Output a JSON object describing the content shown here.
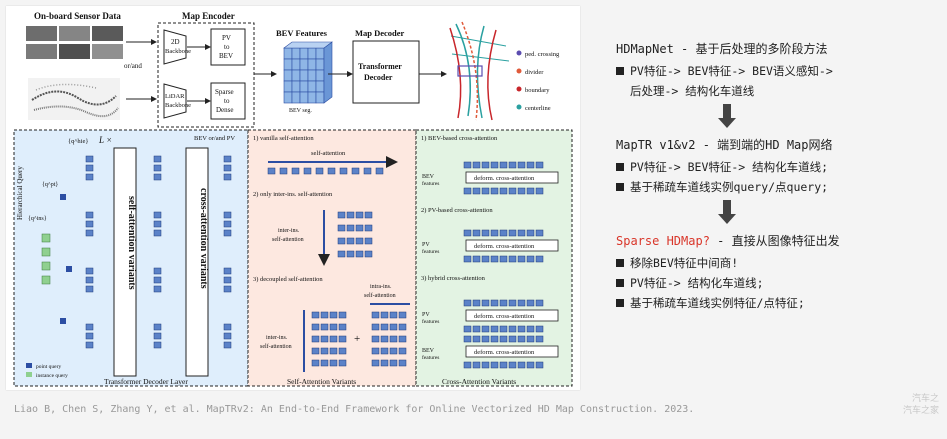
{
  "figure": {
    "sensor_title": "On-board Sensor Data",
    "or_and": "or/and",
    "map_encoder_title": "Map Encoder",
    "backbone_2d": [
      "2D",
      "Backbone"
    ],
    "pv_to_bev": [
      "PV",
      "to",
      "BEV"
    ],
    "lidar_backbone": [
      "LiDAR",
      "Backbone"
    ],
    "sparse_to_dense": [
      "Sparse",
      "to",
      "Dense"
    ],
    "bev_features_title": "BEV Features",
    "bev_seg": "BEV seg.",
    "map_decoder_title": "Map Decoder",
    "transformer_decoder": [
      "Transformer",
      "Decoder"
    ],
    "legend": [
      {
        "label": "ped. crossing",
        "color": "#5b4db0"
      },
      {
        "label": "divider",
        "color": "#e05a3a"
      },
      {
        "label": "boundary",
        "color": "#c8262b"
      },
      {
        "label": "centerline",
        "color": "#2aa0a0"
      }
    ],
    "hierarchical_query": "Hierarchical Query",
    "q_hie": "{q^hie}",
    "q_pt": "{q^pt}",
    "q_ins": "{q^ins}",
    "l_times": "L ×",
    "self_attention_variants": "self-attention variants",
    "cross_attention_variants": "cross-attention variants",
    "bev_or_and_pv": "BEV or/and PV",
    "point_query": "point query",
    "instance_query": "instance query",
    "transformer_decoder_layer": "Transformer Decoder Layer",
    "sa_panel": {
      "s1": "1) vanilla self-attention",
      "s1_label": "self-attention",
      "s2": "2) only inter-ins. self-attention",
      "s2_label": [
        "inter-ins.",
        "self-attention"
      ],
      "s3": "3) decoupled self-attention",
      "s3_intra": [
        "intra-ins.",
        "self-attention"
      ],
      "s3_inter": [
        "inter-ins.",
        "self-attention"
      ],
      "plus": "+",
      "caption": "Self-Attention Variants"
    },
    "ca_panel": {
      "c1": "1) BEV-based cross-attention",
      "c2": "2) PV-based cross-attention",
      "c3": "3) hybrid cross-attention",
      "bev_features": [
        "BEV",
        "features"
      ],
      "pv_features": [
        "PV",
        "features"
      ],
      "deform": "deform. cross-attention",
      "caption": "Cross-Attention Variants"
    }
  },
  "notes": {
    "hdmapnet_title": "HDMapNet - 基于后处理的多阶段方法",
    "hdmapnet_bullets": [
      "PV特征-> BEV特征-> BEV语义感知->"
    ],
    "hdmapnet_cont": "后处理-> 结构化车道线",
    "maptr_title": "MapTR v1&v2 - 端到端的HD Map网络",
    "maptr_bullets": [
      "PV特征-> BEV特征-> 结构化车道线;",
      "基于稀疏车道线实例query/点query;"
    ],
    "sparse_title_red": "Sparse HDMap?",
    "sparse_title_rest": " - 直接从图像特征出发",
    "sparse_bullets": [
      "移除BEV特征中间商!",
      "PV特征-> 结构化车道线;",
      "基于稀疏车道线实例特征/点特征;"
    ],
    "accent_color": "#d9362a"
  },
  "citation": "Liao B, Chen S, Zhang Y, et al. MapTRv2: An End-to-End Framework for Online Vectorized HD Map Construction. 2023.",
  "watermark": [
    "汽车之",
    "汽车之家"
  ]
}
